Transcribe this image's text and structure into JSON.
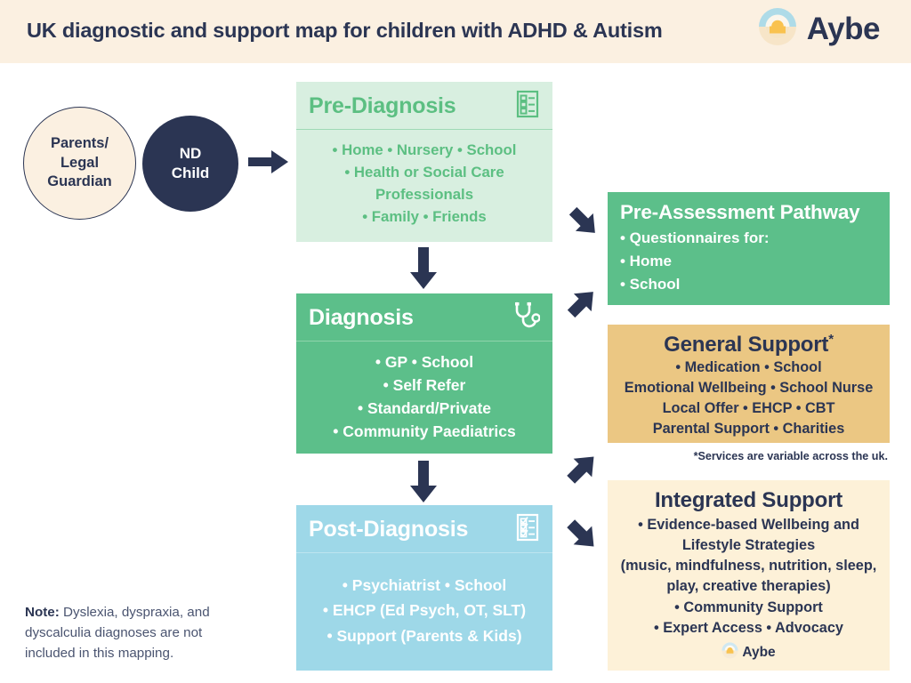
{
  "header": {
    "title": "UK diagnostic and support map for children with ADHD & Autism",
    "brand_name": "Aybe",
    "brand_icon": "sun-logo-icon",
    "bg_color": "#fbf0e1",
    "text_color": "#2b3553"
  },
  "entities": {
    "parents": {
      "line1": "Parents/",
      "line2": "Legal",
      "line3": "Guardian",
      "bg_color": "#fbf0e1",
      "border_color": "#2b3553"
    },
    "child": {
      "line1": "ND",
      "line2": "Child",
      "bg_color": "#2b3553",
      "text_color": "#ffffff"
    }
  },
  "pre_diagnosis": {
    "title": "Pre-Diagnosis",
    "icon": "clipboard-list-icon",
    "bg_color": "#d8efe0",
    "text_color": "#5cbf82",
    "items": [
      "• Home • Nursery • School",
      "• Health or Social Care",
      "Professionals",
      "• Family • Friends"
    ]
  },
  "diagnosis": {
    "title": "Diagnosis",
    "icon": "stethoscope-icon",
    "bg_color": "#5cbf8a",
    "text_color": "#ffffff",
    "items": [
      "• GP • School",
      "• Self Refer",
      "• Standard/Private",
      "• Community Paediatrics"
    ]
  },
  "post_diagnosis": {
    "title": "Post-Diagnosis",
    "icon": "checklist-icon",
    "bg_color": "#9ed8e8",
    "text_color": "#ffffff",
    "items": [
      "• Psychiatrist • School",
      "• EHCP (Ed Psych, OT, SLT)",
      "• Support (Parents & Kids)"
    ]
  },
  "pre_assessment": {
    "title": "Pre-Assessment Pathway",
    "bg_color": "#5cbf8a",
    "text_color": "#ffffff",
    "items": [
      "• Questionnaires for:",
      "• Home",
      "• School"
    ]
  },
  "general_support": {
    "title": "General Support",
    "title_marker": "*",
    "bg_color": "#ebc783",
    "text_color": "#2b3553",
    "items": [
      "• Medication • School",
      "Emotional Wellbeing • School Nurse",
      "Local Offer • EHCP • CBT",
      "Parental Support • Charities"
    ],
    "footnote": "*Services are variable across the uk."
  },
  "integrated_support": {
    "title": "Integrated Support",
    "bg_color": "#fdf1d8",
    "text_color": "#2b3553",
    "items": [
      "• Evidence-based Wellbeing and",
      "Lifestyle Strategies",
      "(music, mindfulness, nutrition, sleep,",
      "play, creative therapies)",
      "• Community Support",
      "• Expert Access  • Advocacy"
    ],
    "brand_name": "Aybe",
    "brand_icon": "sun-logo-icon"
  },
  "note": {
    "label": "Note:",
    "text": " Dyslexia, dyspraxia, and dyscalculia diagnoses are not included in this mapping."
  },
  "arrows": {
    "child_to_prediagnosis": "arrow-right",
    "prediagnosis_to_preassessment": "arrow-down-right",
    "prediagnosis_to_diagnosis": "arrow-down",
    "diagnosis_to_preassessment": "arrow-up-right",
    "diagnosis_to_general": "arrow-up-right",
    "diagnosis_to_postdiagnosis": "arrow-down",
    "postdiagnosis_to_integrated": "arrow-down-right",
    "color": "#2b3553"
  }
}
